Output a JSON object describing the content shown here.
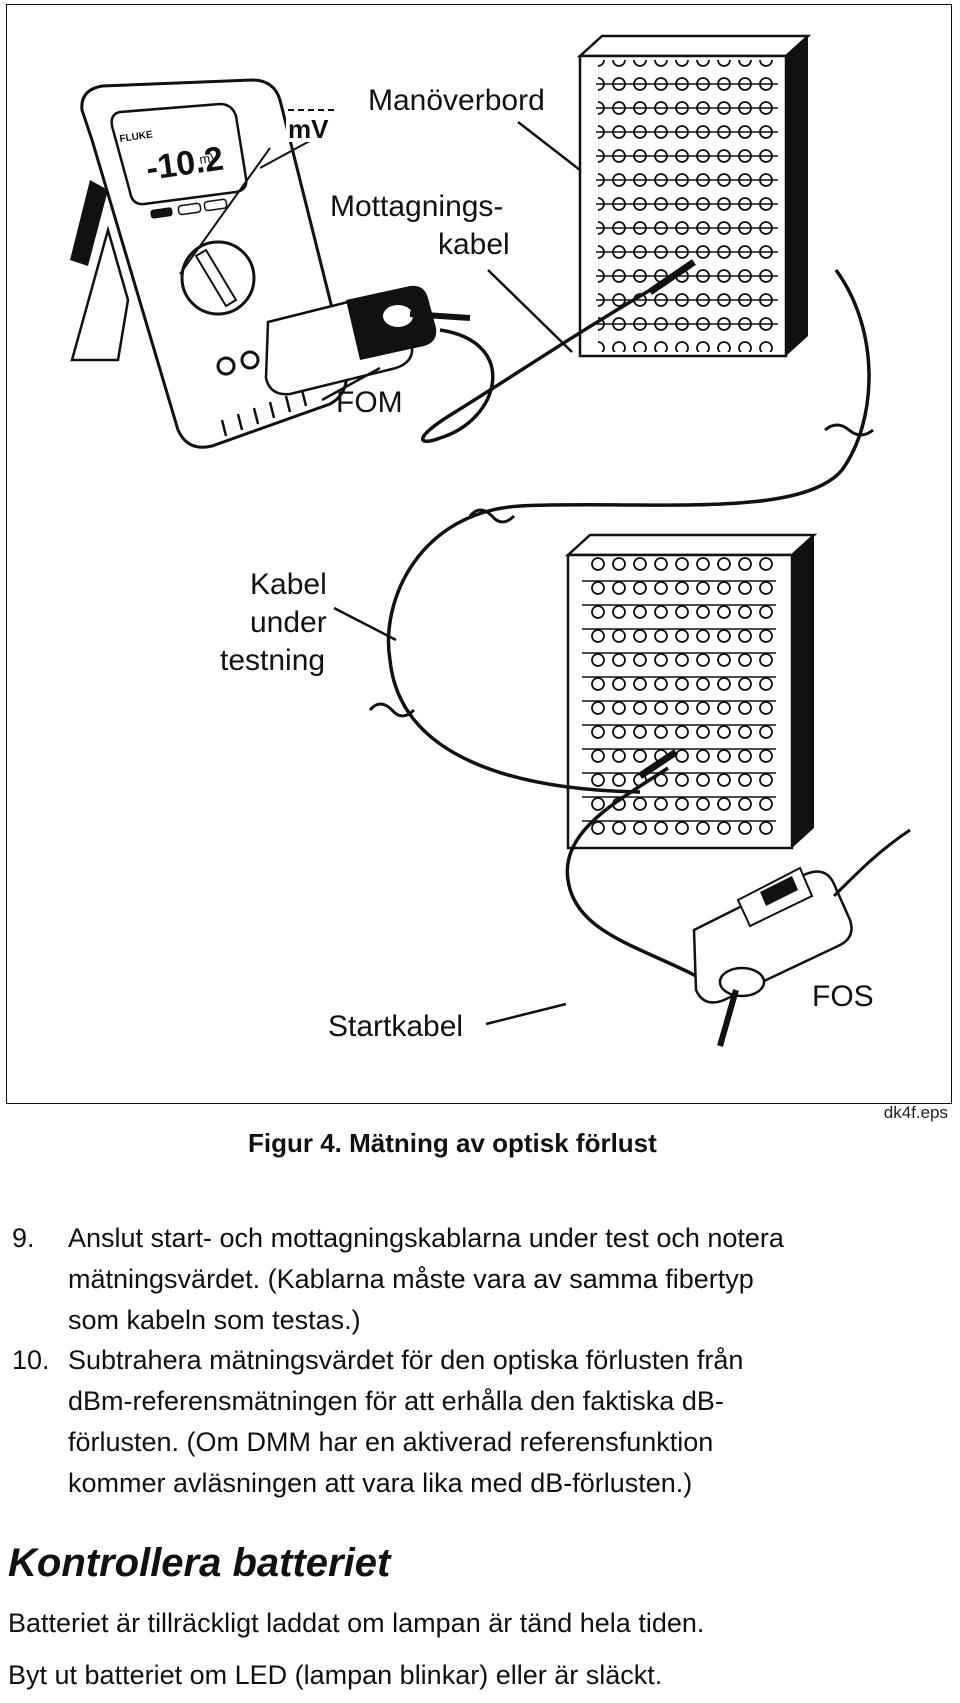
{
  "figure": {
    "labels": {
      "manoverbord": "Manöverbord",
      "mottagningskabel_1": "Mottagnings-",
      "mottagningskabel_2": "kabel",
      "fom": "FOM",
      "kabel_under_1": "Kabel",
      "kabel_under_2": "under",
      "kabel_under_3": "testning",
      "startkabel": "Startkabel",
      "fos": "FOS",
      "meter_display": "-10.2",
      "meter_unit": "mV",
      "meter_brand": "FLUKE",
      "callout_unit": "mV"
    },
    "caption": "Figur 4. Mätning av optisk förlust",
    "file_ref": "dk4f.eps"
  },
  "steps": [
    {
      "number": "9.",
      "lines": [
        "Anslut start- och mottagningskablarna under test och notera",
        "mätningsvärdet. (Kablarna måste vara av samma fibertyp",
        "som kabeln som testas.)"
      ]
    },
    {
      "number": "10.",
      "lines": [
        "Subtrahera mätningsvärdet för den optiska förlusten från",
        "dBm-referensmätningen för att erhålla den faktiska dB-",
        "förlusten. (Om DMM har en aktiverad referensfunktion",
        "kommer avläsningen att vara lika med dB-förlusten.)"
      ]
    }
  ],
  "section": {
    "heading": "Kontrollera batteriet",
    "lines": [
      "Batteriet är tillräckligt laddat om lampan är tänd hela tiden.",
      "Byt ut batteriet om LED (lampan blinkar) eller är släckt."
    ]
  }
}
